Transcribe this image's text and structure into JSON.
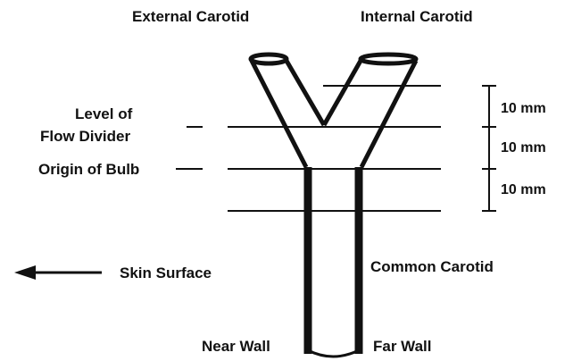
{
  "labels": {
    "external_carotid": "External Carotid",
    "internal_carotid": "Internal Carotid",
    "level_of_line1": "Level of",
    "level_of_line2": "Flow Divider",
    "origin_of_bulb": "Origin of Bulb",
    "skin_surface": "Skin Surface",
    "common_carotid": "Common Carotid",
    "near_wall": "Near Wall",
    "far_wall": "Far Wall"
  },
  "measurements": [
    {
      "label": "10 mm"
    },
    {
      "label": "10 mm"
    },
    {
      "label": "10 mm"
    }
  ],
  "colors": {
    "ink": "#111111",
    "background": "#ffffff"
  }
}
